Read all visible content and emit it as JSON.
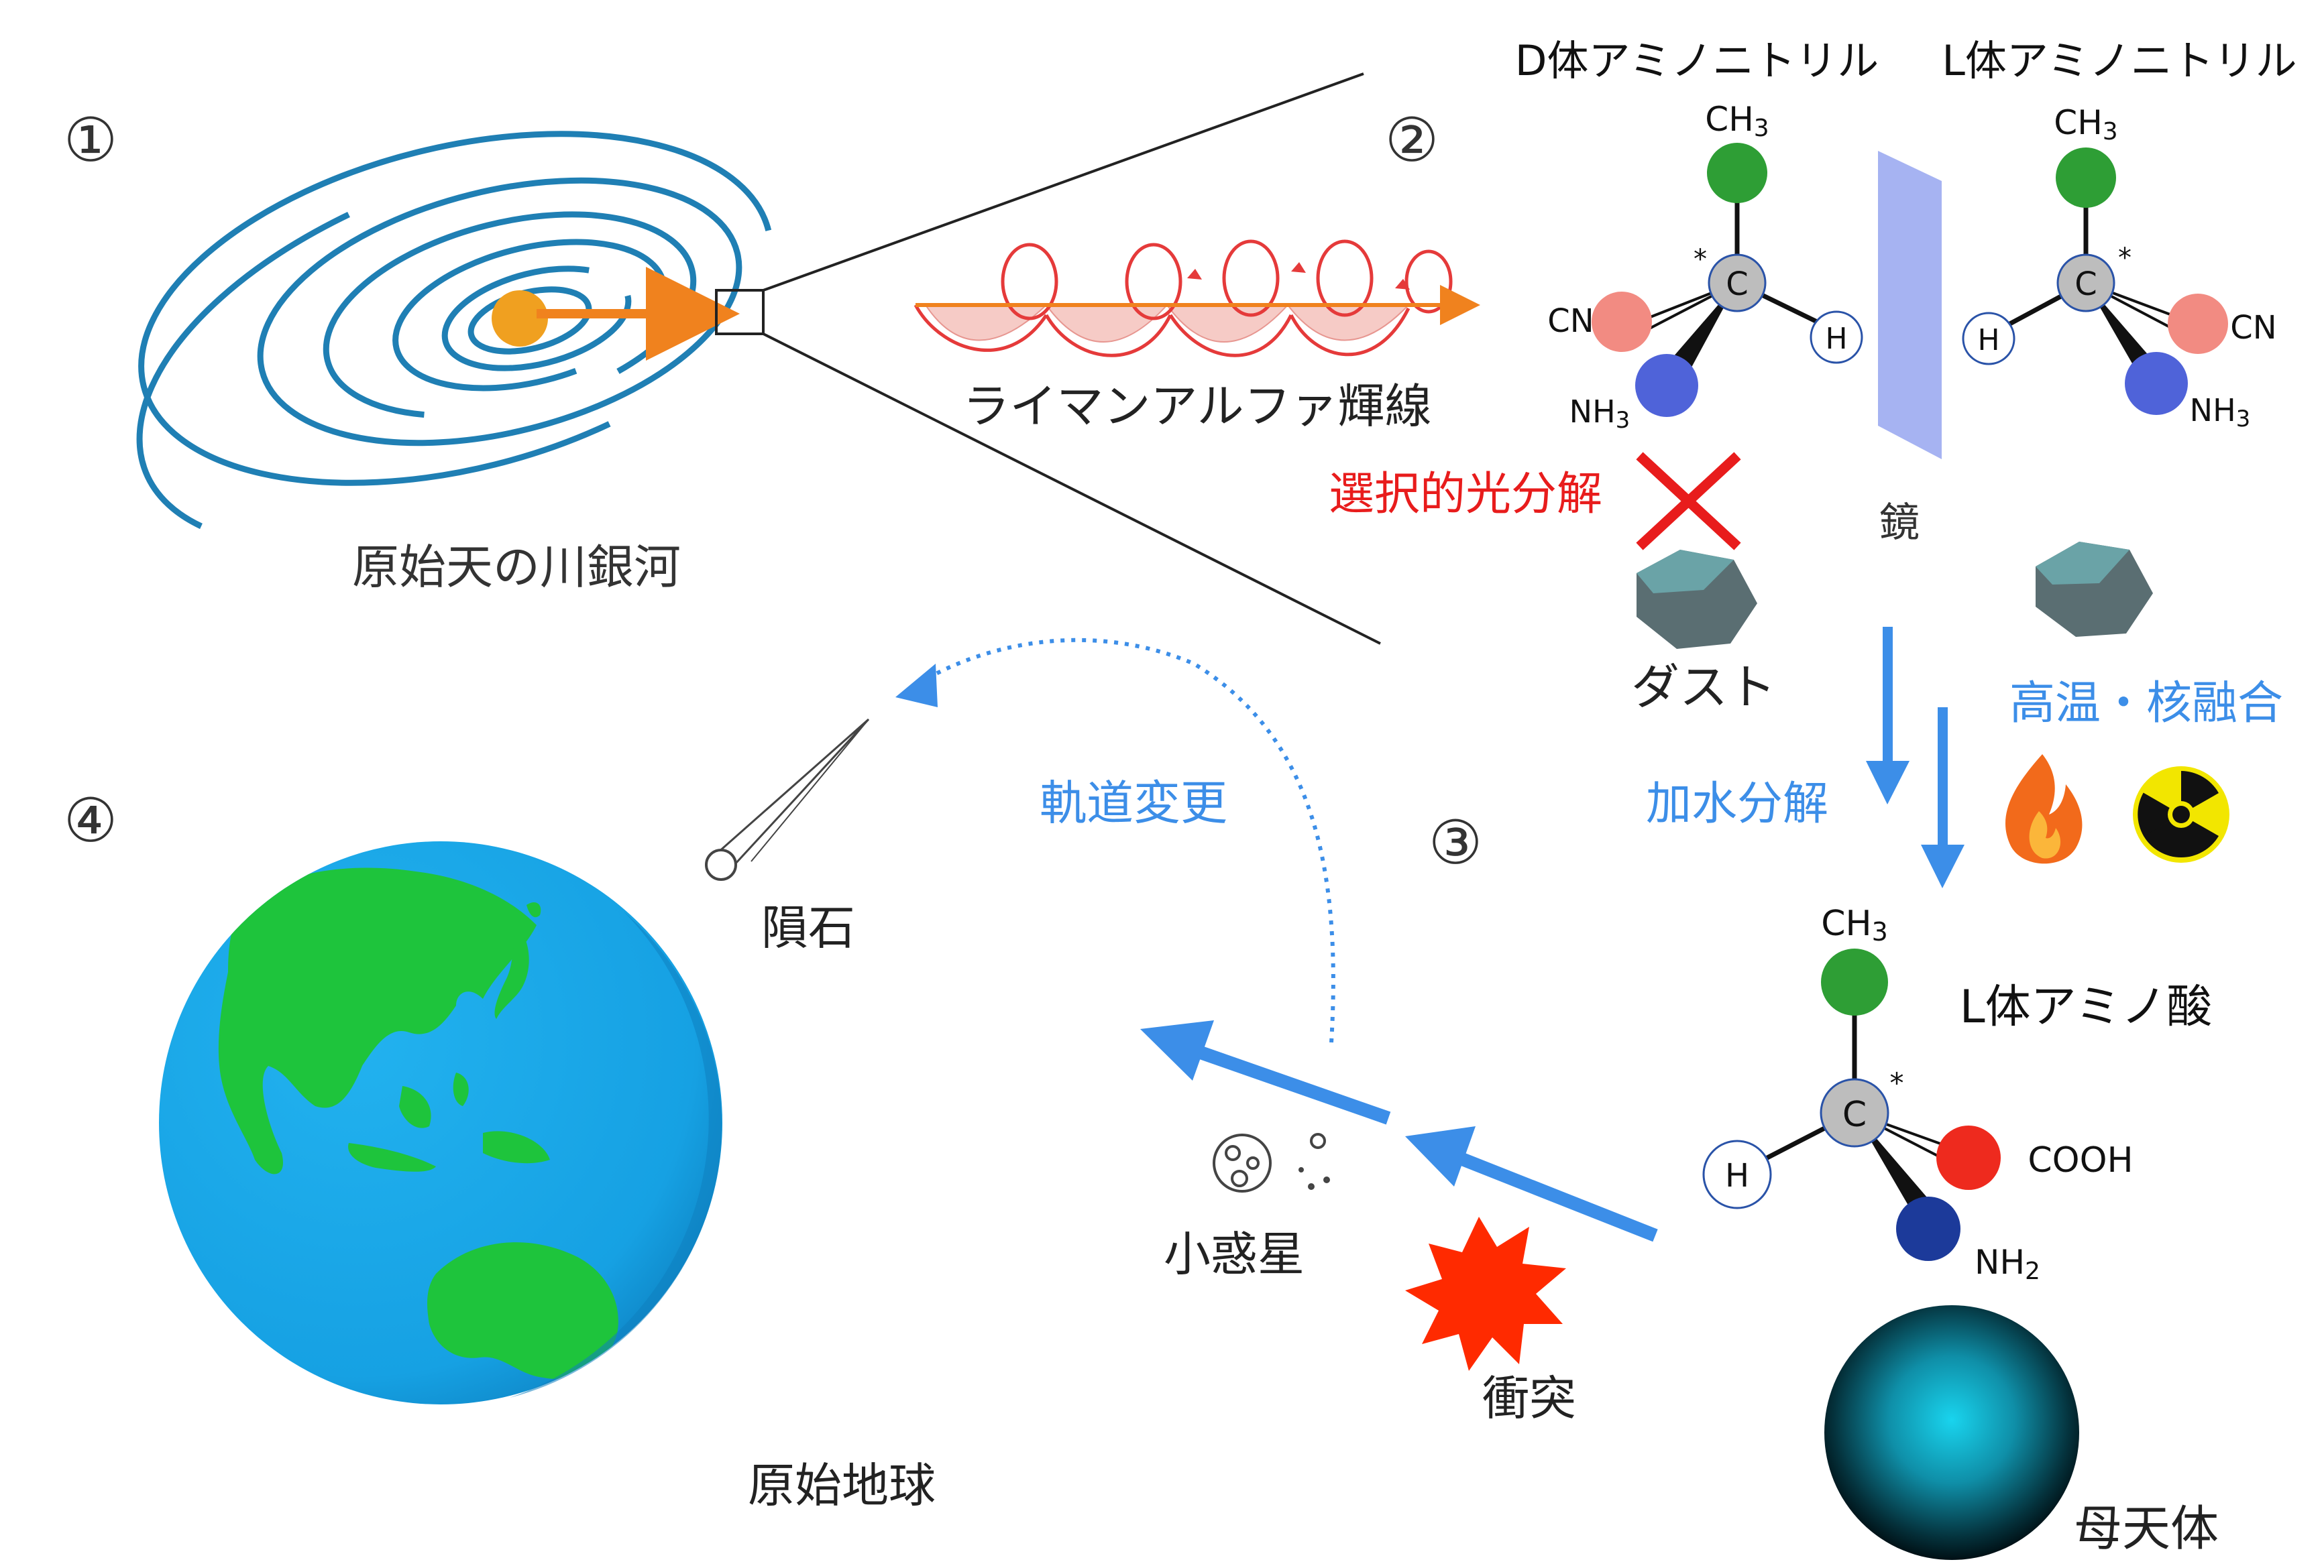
{
  "steps": {
    "s1": "①",
    "s2": "②",
    "s3": "③",
    "s4": "④"
  },
  "labels": {
    "milky_way": "原始天の川銀河",
    "lyman_alpha": "ライマンアルファ輝線",
    "d_nitrile": "D体アミノニトリル",
    "l_nitrile": "L体アミノニトリル",
    "selective_photolysis": "選択的光分解",
    "mirror": "鏡",
    "dust": "ダスト",
    "hydrolysis": "加水分解",
    "high_temp_fusion": "高温・核融合",
    "l_amino_acid": "L体アミノ酸",
    "orbit_change": "軌道変更",
    "meteorite": "隕石",
    "asteroid": "小惑星",
    "collision": "衝突",
    "primitive_earth": "原始地球",
    "parent_body": "母天体"
  },
  "chem": {
    "ch3": "CH",
    "sub3": "3",
    "c": "C",
    "star": "*",
    "h": "H",
    "cn": "CN",
    "nh3": "NH",
    "nh2": "NH",
    "sub2": "2",
    "cooh": "COOH"
  },
  "colors": {
    "galaxy_blue": "#1f7fb4",
    "orange": "#f0821e",
    "wave_red": "#e53a3a",
    "label_blue": "#3c8ee8",
    "label_red": "#e81c1c",
    "green_atom": "#2e9e35",
    "pink_atom": "#f28b82",
    "blue_atom": "#4f63d9",
    "navy_atom": "#1c3a9a",
    "red_atom": "#ee2a1e",
    "mirror": "#a6b3f2",
    "earth_ocean": "#18a4e6",
    "earth_land": "#1ec43c"
  }
}
